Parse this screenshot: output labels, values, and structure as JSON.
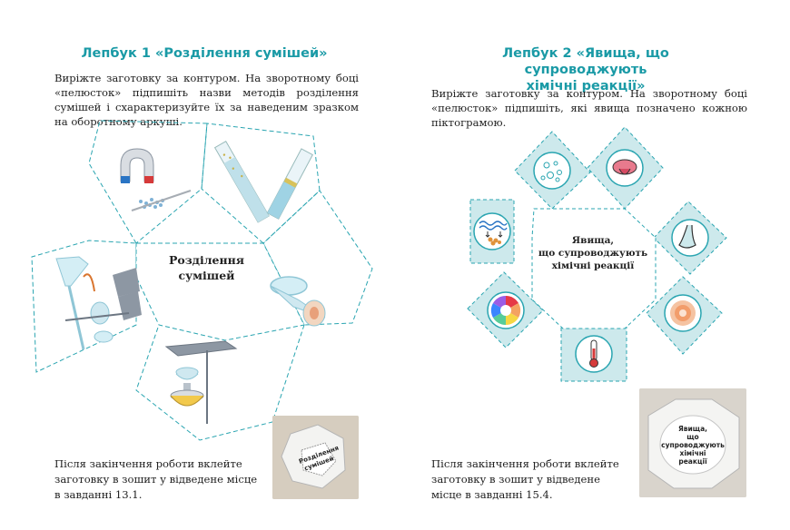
{
  "left": {
    "title": "Лепбук 1 «Розділення сумішей»",
    "instructions": "Виріжте заготовку за контуром. На зворотному боці «пелю­сток» підпишіть назви методів розділення сумішей і схарак­теризуйте їх за наведеним зразком на оборотному аркуші.",
    "center_label_line1": "Розділення",
    "center_label_line2": "сумішей",
    "footer": "Після закінчення роботи вклейте заготовку в зошит у відведене місце в завданні 13.1.",
    "photo_label_line1": "Розділення",
    "photo_label_line2": "сумішей"
  },
  "right": {
    "title_line1": "Лепбук 2 «Явища, що супроводжують",
    "title_line2": "хімічні реакції»",
    "instructions": "Виріжте заготовку за контуром. На зворотному боці «пелю­сток» підпишіть, які явища позначено кожною піктограмою.",
    "center_label_line1": "Явища,",
    "center_label_line2": "що супроводжують",
    "center_label_line3": "хімічні реакції",
    "footer": "Після закінчення роботи вклейте заготовку в зошит у відведене місце в завданні 15.4.",
    "photo_label_line1": "Явища,",
    "photo_label_line2": "що",
    "photo_label_line3": "супроводжують",
    "photo_label_line4": "хімічні",
    "photo_label_line5": "реакції"
  },
  "icons": {
    "petal1": "magnet-separation-icon",
    "petal2": "graduated-cylinders-icon",
    "petal3": "funnel-icon",
    "petal4": "evaporation-dish-icon",
    "petal5": "distillation-apparatus-icon",
    "p2_top": "bubbles-icon",
    "p2_topright": "taste-tongue-icon",
    "p2_right": "smell-nose-icon",
    "p2_lowright": "glow-light-icon",
    "p2_bottom": "thermometer-icon",
    "p2_lowleft": "color-wheel-icon",
    "p2_left": "precipitate-icon"
  },
  "colors": {
    "accent": "#1a9aa6",
    "petal_fill": "#cde9ec",
    "dash": "#2aa5b1"
  }
}
